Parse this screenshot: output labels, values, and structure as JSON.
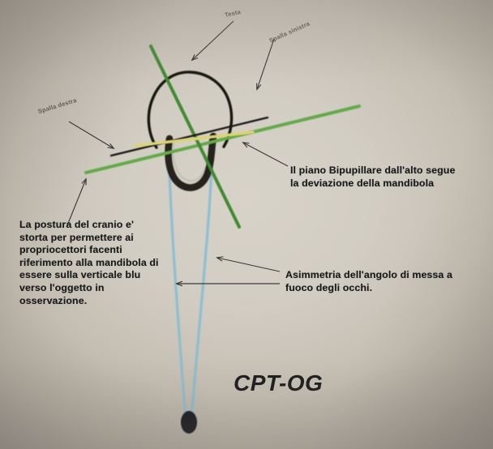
{
  "figure": {
    "title_code": "CPT-OG",
    "background_color": "#cec8be",
    "description_kind": "hand-drawn anatomical diagram photographed on paper"
  },
  "handwritten_labels": [
    {
      "id": "testa",
      "text": "Testa"
    },
    {
      "id": "spalla_sinistra",
      "text": "Spalla sinistra"
    },
    {
      "id": "spalla_destra",
      "text": "Spalla destra"
    }
  ],
  "annotations": {
    "left_block": "La postura del cranio e' storta per permettere ai propriocettori facenti riferimento alla mandibola di essere sulla verticale blu verso l'oggetto in osservazione.",
    "bipupillar_block": "Il piano Bipupillare dall'alto segue la deviazione della mandibola",
    "asymmetry_block": "Asimmetria dell'angolo di messa a fuoco degli occhi."
  },
  "drawing": {
    "colors": {
      "skull_outline": "#15130f",
      "mandible": "#221f1c",
      "vertical_axis": "#2b3550",
      "green_line": "#5fa846",
      "dark_green_line": "#2f6b2a",
      "yellow_line": "#d8d066",
      "black_line": "#131313",
      "blue_gaze_line": "#7fb9cf",
      "arrow": "#3a3a3a",
      "target_object": "#16161a"
    },
    "elements": [
      {
        "name": "vertical-blue-axis",
        "kind": "line"
      },
      {
        "name": "skull-outline",
        "kind": "curve"
      },
      {
        "name": "mandible-u-shape",
        "kind": "curve"
      },
      {
        "name": "shoulder-green-line",
        "kind": "line"
      },
      {
        "name": "second-green-line",
        "kind": "line"
      },
      {
        "name": "bipupillar-yellow-line",
        "kind": "line"
      },
      {
        "name": "black-reference-line",
        "kind": "line"
      },
      {
        "name": "left-gaze-line",
        "kind": "line"
      },
      {
        "name": "right-gaze-line",
        "kind": "line"
      },
      {
        "name": "observed-object",
        "kind": "ellipse"
      }
    ]
  }
}
